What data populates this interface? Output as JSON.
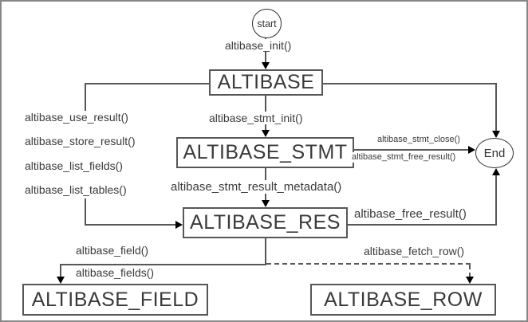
{
  "nodes": {
    "start": {
      "label": "start"
    },
    "end": {
      "label": "End"
    },
    "altibase": {
      "label": "ALTIBASE"
    },
    "altibase_stmt": {
      "label": "ALTIBASE_STMT"
    },
    "altibase_res": {
      "label": "ALTIBASE_RES"
    },
    "altibase_field": {
      "label": "ALTIBASE_FIELD"
    },
    "altibase_row": {
      "label": "ALTIBASE_ROW"
    }
  },
  "labels": {
    "init": "altibase_init()",
    "stmt_init": "altibase_stmt_init()",
    "use_result": "altibase_use_result()",
    "store_result": "altibase_store_result()",
    "list_fields": "altibase_list_fields()",
    "list_tables": "altibase_list_tables()",
    "stmt_close": "altibase_stmt_close()",
    "stmt_free_result": "altibase_stmt_free_result()",
    "stmt_result_metadata": "altibase_stmt_result_metadata()",
    "free_result": "altibase_free_result()",
    "field": "altibase_field()",
    "fields": "altibase_fields()",
    "fetch_row": "altibase_fetch_row()"
  },
  "colors": {
    "line": "#575757",
    "arrow": "#000000",
    "frame_border": "#878787",
    "text": "#3a3a3a"
  }
}
